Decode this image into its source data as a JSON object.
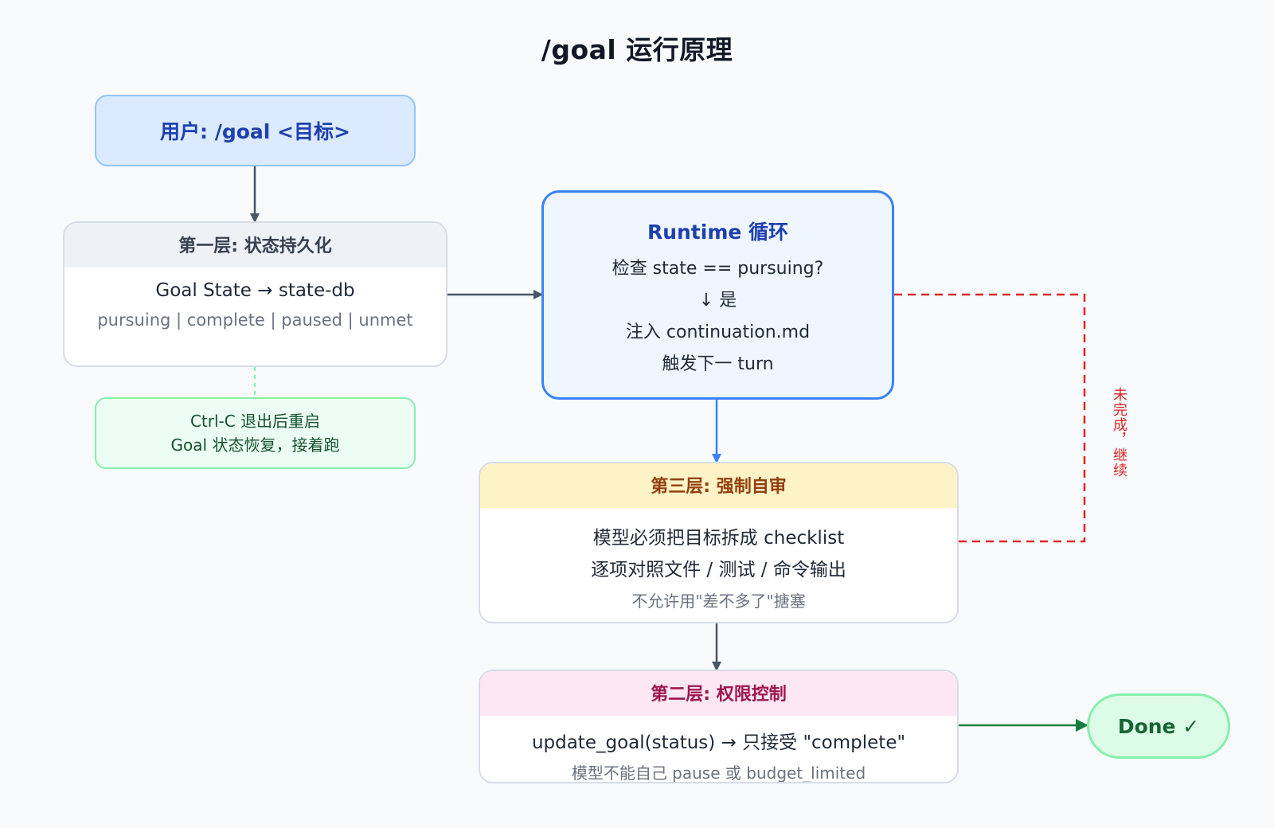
{
  "title": "/goal 运行原理",
  "user": {
    "label": "用户: /goal <目标>"
  },
  "layer1": {
    "header": "第一层: 状态持久化",
    "line1": "Goal State → state-db",
    "line2": "pursuing | complete | paused | unmet"
  },
  "note": {
    "line1": "Ctrl-C 退出后重启",
    "line2": "Goal 状态恢复，接着跑"
  },
  "runtime": {
    "header": "Runtime 循环",
    "lines": [
      "检查 state == pursuing?",
      "↓ 是",
      "注入 continuation.md",
      "触发下一 turn"
    ]
  },
  "layer3": {
    "header": "第三层: 强制自审",
    "line1": "模型必须把目标拆成 checklist",
    "line2": "逐项对照文件 / 测试 / 命令输出",
    "line3": "不允许用\"差不多了\"搪塞"
  },
  "layer2": {
    "header": "第二层: 权限控制",
    "line1": "update_goal(status) → 只接受 \"complete\"",
    "line2": "模型不能自己 pause 或 budget_limited"
  },
  "done": {
    "label": "Done ✓"
  },
  "loop": {
    "label": "未完成，继续"
  },
  "colors": {
    "arrow": "#475569",
    "runtime_arrow": "#3b82f6",
    "loop_arrow": "#dc2626",
    "done_arrow": "#15803d",
    "note_link": "#86efac"
  }
}
